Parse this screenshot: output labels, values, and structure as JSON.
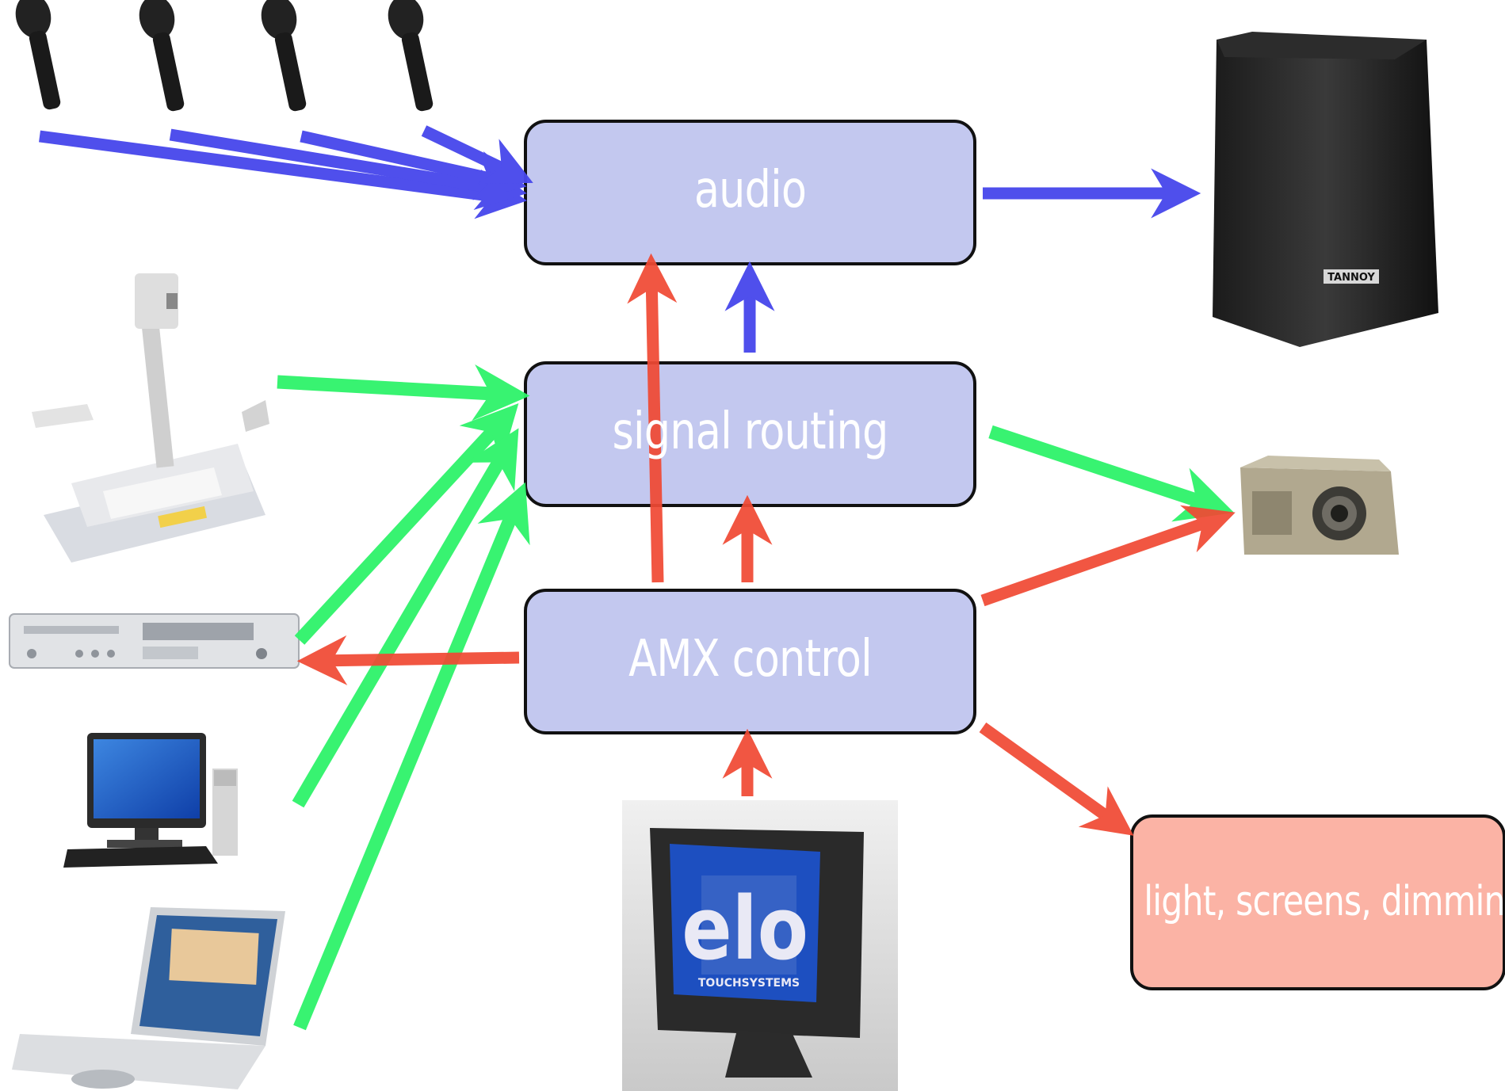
{
  "nodes": {
    "audio": "audio",
    "signal_routing": "signal routing",
    "amx_control": "AMX control",
    "lighting": "light, screens, dimming"
  },
  "device_labels": {
    "speaker_badge": "TANNOY",
    "touch_panel_logo": "elo",
    "touch_panel_brand": "TOUCHSYSTEMS"
  },
  "icons": [
    "microphone-icon",
    "document-camera-icon",
    "dvd-player-icon",
    "desktop-computer-icon",
    "laptop-icon",
    "speaker-icon",
    "projector-icon",
    "touch-panel-icon"
  ],
  "colors": {
    "box_fill": "#c3c8ef",
    "box_border": "#111111",
    "lighting_fill": "#fbb3a5",
    "audio_arrow": "#4848ec",
    "video_arrow": "#2ef36a",
    "control_arrow": "#f04a34"
  }
}
